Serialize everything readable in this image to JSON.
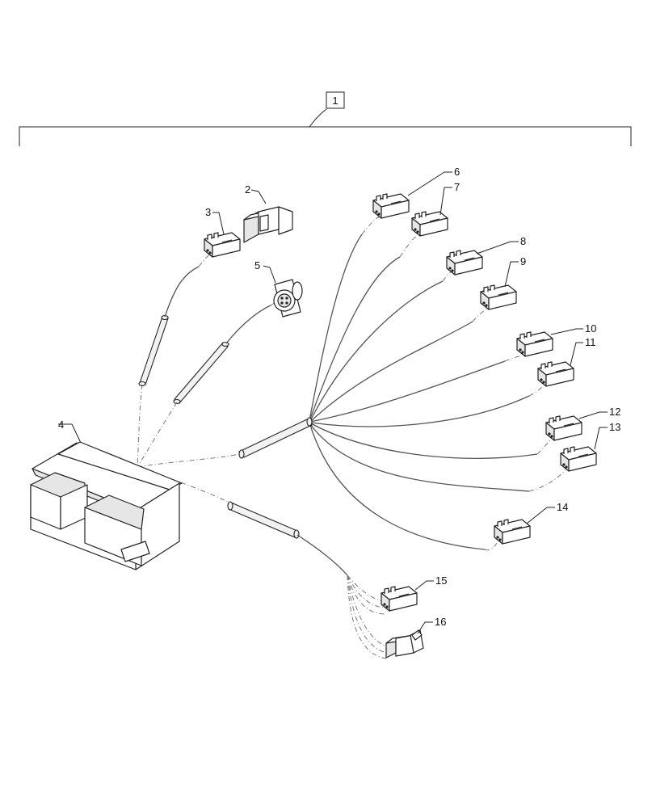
{
  "callouts": {
    "assembly": "1",
    "c2": "2",
    "c3": "3",
    "c4": "4",
    "c5": "5",
    "c6": "6",
    "c7": "7",
    "c8": "8",
    "c9": "9",
    "c10": "10",
    "c11": "11",
    "c12": "12",
    "c13": "13",
    "c14": "14",
    "c15": "15",
    "c16": "16"
  }
}
